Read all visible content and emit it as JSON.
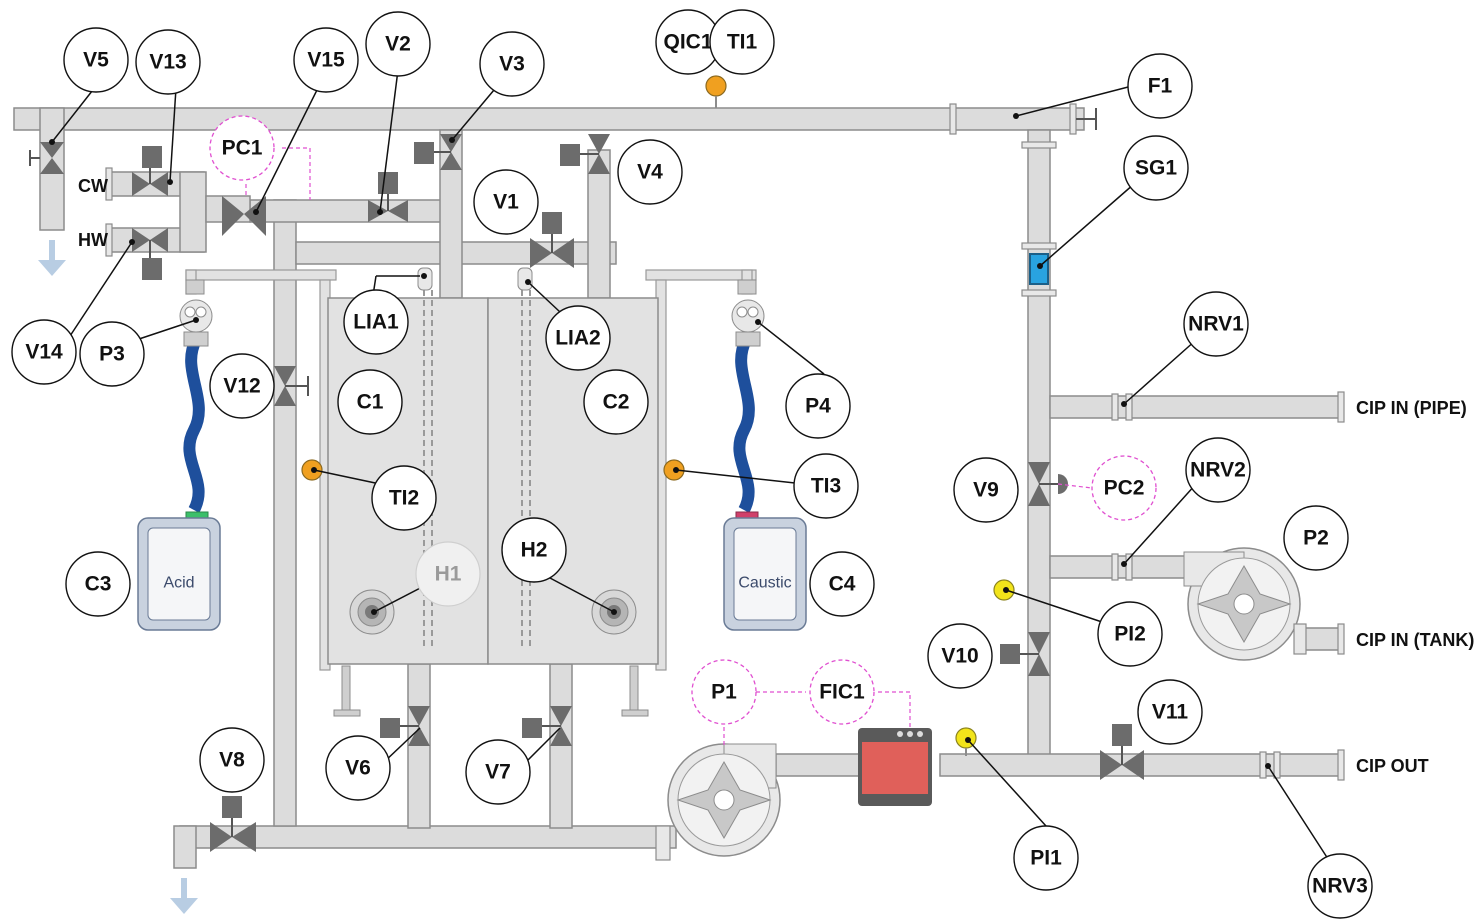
{
  "diagram": {
    "labels": {
      "V1": "V1",
      "V2": "V2",
      "V3": "V3",
      "V4": "V4",
      "V5": "V5",
      "V6": "V6",
      "V7": "V7",
      "V8": "V8",
      "V9": "V9",
      "V10": "V10",
      "V11": "V11",
      "V12": "V12",
      "V13": "V13",
      "V14": "V14",
      "V15": "V15",
      "P1": "P1",
      "P2": "P2",
      "P3": "P3",
      "P4": "P4",
      "C1": "C1",
      "C2": "C2",
      "C3": "C3",
      "C4": "C4",
      "H1": "H1",
      "H2": "H2",
      "LIA1": "LIA1",
      "LIA2": "LIA2",
      "TI1": "TI1",
      "TI2": "TI2",
      "TI3": "TI3",
      "QIC1": "QIC1",
      "FIC1": "FIC1",
      "PC1": "PC1",
      "PC2": "PC2",
      "PI1": "PI1",
      "PI2": "PI2",
      "F1": "F1",
      "SG1": "SG1",
      "NRV1": "NRV1",
      "NRV2": "NRV2",
      "NRV3": "NRV3"
    },
    "line_labels": {
      "cw": "CW",
      "hw": "HW",
      "cip_in_pipe": "CIP IN (PIPE)",
      "cip_in_tank": "CIP IN (TANK)",
      "cip_out": "CIP OUT"
    },
    "bottles": {
      "acid": "Acid",
      "caustic": "Caustic"
    },
    "colors": {
      "pipe": "#dcdcdc",
      "valve": "#6c6c6c",
      "hose": "#1e4f9c",
      "flow_meter": "#e0605a",
      "sight_glass": "#29a3e0",
      "gauge_temp": "#f0a020",
      "gauge_pressure": "#f2e41a",
      "controller_outline": "#e04fd0",
      "acid_cap": "#3cbf6a",
      "caustic_cap": "#d0406a"
    }
  }
}
